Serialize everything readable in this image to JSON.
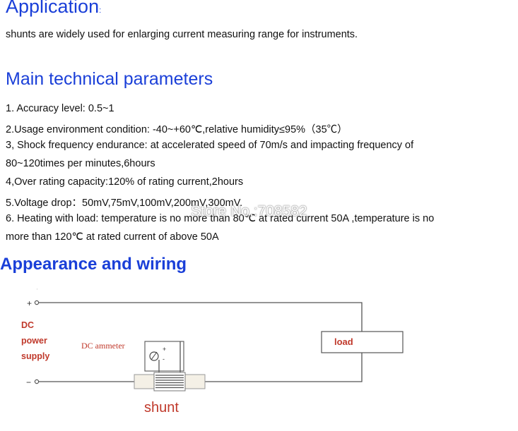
{
  "application": {
    "title": "Application",
    "colon": ":",
    "text": "shunts are widely used for enlarging current measuring range for instruments."
  },
  "main_parameters": {
    "title": "Main technical parameters",
    "lines": [
      "1. Accuracy level: 0.5~1",
      "2.Usage environment condition: -40~+60℃,relative humidity≤95%（35℃）",
      "3, Shock frequency endurance: at accelerated speed of 70m/s and impacting frequency of",
      "80~120times per minutes,6hours",
      "4,Over rating capacity:120% of rating current,2hours",
      "5.Voltage drop：50mV,75mV,100mV,200mV,300mV.",
      "6. Heating with load: temperature is no more than 80℃ at rated current 50A ,temperature is no",
      "more than 120℃ at rated current of above 50A"
    ]
  },
  "appearance": {
    "title": "Appearance and wiring"
  },
  "diagram": {
    "plus_label": "+",
    "minus_label": "−",
    "dc_label": "DC",
    "power_label": "power",
    "supply_label": "supply",
    "ammeter_label": "DC ammeter",
    "load_label": "load",
    "shunt_label": "shunt",
    "meter_plus": "+",
    "meter_minus": "-"
  },
  "watermark": "Store No.:708582",
  "colors": {
    "heading_blue": "#1a3fd8",
    "diagram_red": "#c0392b",
    "line_gray": "#555555"
  }
}
